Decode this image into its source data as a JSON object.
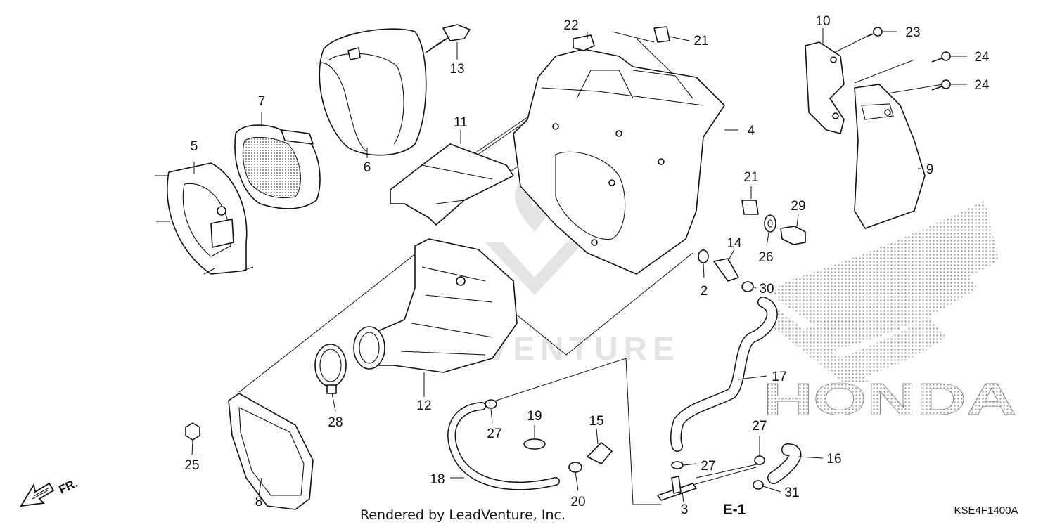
{
  "parts": [
    {
      "num": "2"
    },
    {
      "num": "3"
    },
    {
      "num": "4"
    },
    {
      "num": "5"
    },
    {
      "num": "6"
    },
    {
      "num": "7"
    },
    {
      "num": "8"
    },
    {
      "num": "9"
    },
    {
      "num": "10"
    },
    {
      "num": "11"
    },
    {
      "num": "12"
    },
    {
      "num": "13"
    },
    {
      "num": "14"
    },
    {
      "num": "15"
    },
    {
      "num": "16"
    },
    {
      "num": "17"
    },
    {
      "num": "18"
    },
    {
      "num": "19"
    },
    {
      "num": "20"
    },
    {
      "num": "21"
    },
    {
      "num": "21"
    },
    {
      "num": "22"
    },
    {
      "num": "23"
    },
    {
      "num": "24"
    },
    {
      "num": "24"
    },
    {
      "num": "25"
    },
    {
      "num": "26"
    },
    {
      "num": "27"
    },
    {
      "num": "27"
    },
    {
      "num": "27"
    },
    {
      "num": "28"
    },
    {
      "num": "29"
    },
    {
      "num": "30"
    },
    {
      "num": "31"
    }
  ],
  "credit": "Rendered by LeadVenture, Inc.",
  "section_code": "E-1",
  "diagram_code": "KSE4F1400A",
  "direction_label": "FR.",
  "watermark_text": "LEADVENTURE",
  "brand_text": "HONDA"
}
